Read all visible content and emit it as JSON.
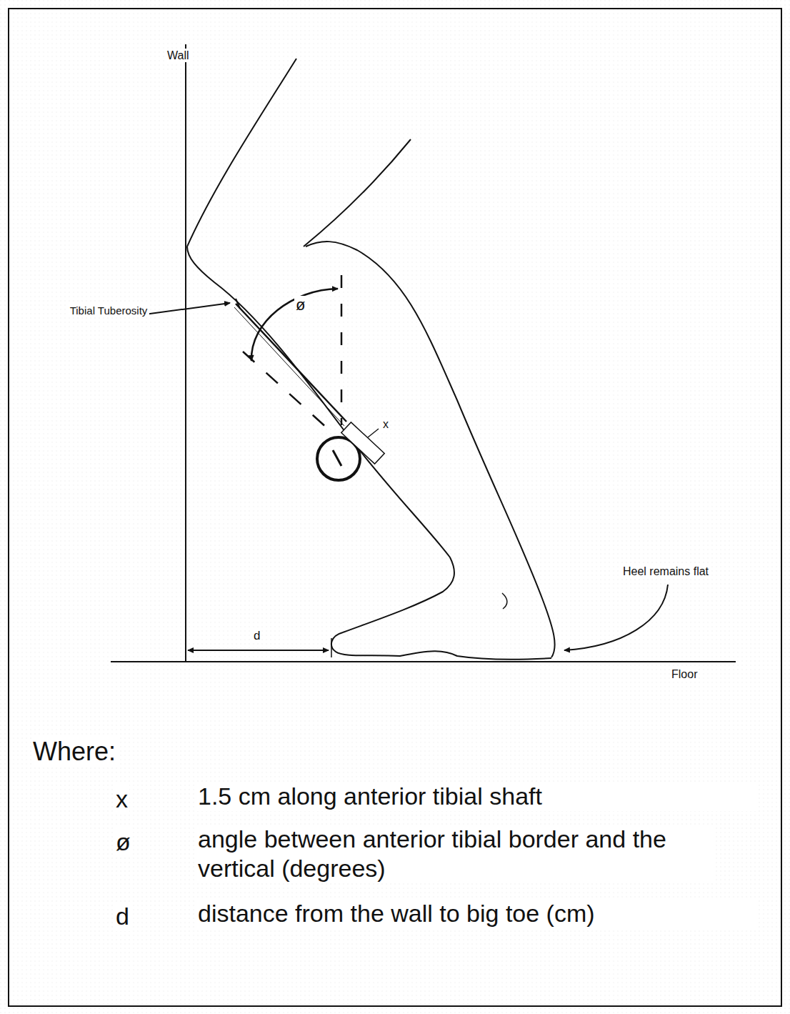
{
  "diagram": {
    "labels": [
      "Wall",
      "Tibial Tuberosity",
      "ø",
      "x",
      "d",
      "Heel remains flat",
      "Floor",
      "Where:",
      "x",
      "1.5 cm along anterior tibial shaft",
      "ø",
      "angle between anterior tibial border and the vertical (degrees)",
      "d",
      "distance from the wall to big toe (cm)"
    ]
  }
}
